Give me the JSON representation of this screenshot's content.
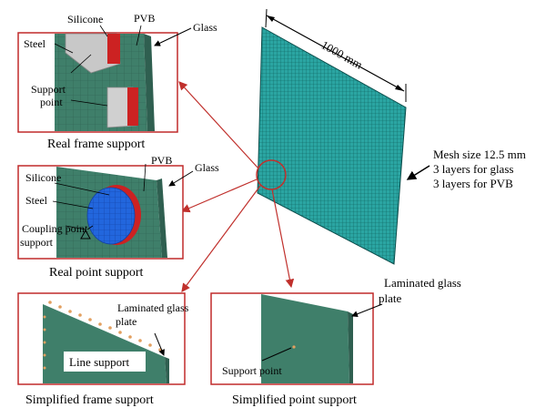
{
  "labels": {
    "silicone_top": "Silicone",
    "pvb_top": "PVB",
    "glass_top": "Glass",
    "steel_top": "Steel",
    "support_point": "Support point",
    "real_frame_caption": "Real frame support",
    "silicone_mid": "Silicone",
    "pvb_mid": "PVB",
    "glass_mid": "Glass",
    "steel_mid": "Steel",
    "coupling_point": "Coupling point support",
    "real_point_caption": "Real point support",
    "laminated_sf": "Laminated glass plate",
    "line_support": "Line support",
    "simplified_frame_caption": "Simplified frame support",
    "support_point_sp": "Support point",
    "simplified_point_caption": "Simplified point support",
    "laminated_right": "Laminated glass plate",
    "dimension": "1000 mm",
    "mesh_size": "Mesh size 12.5 mm",
    "layers_glass": "3 layers for glass",
    "layers_pvb": "3 layers for PVB"
  },
  "colors": {
    "mesh": "#2aa5a2",
    "glass_green": "#3f7f6a",
    "steel_blue": "#2266dd",
    "silicone_red": "#cc2222",
    "arrow_red": "#c0302c",
    "box_border": "#c02a2a"
  }
}
